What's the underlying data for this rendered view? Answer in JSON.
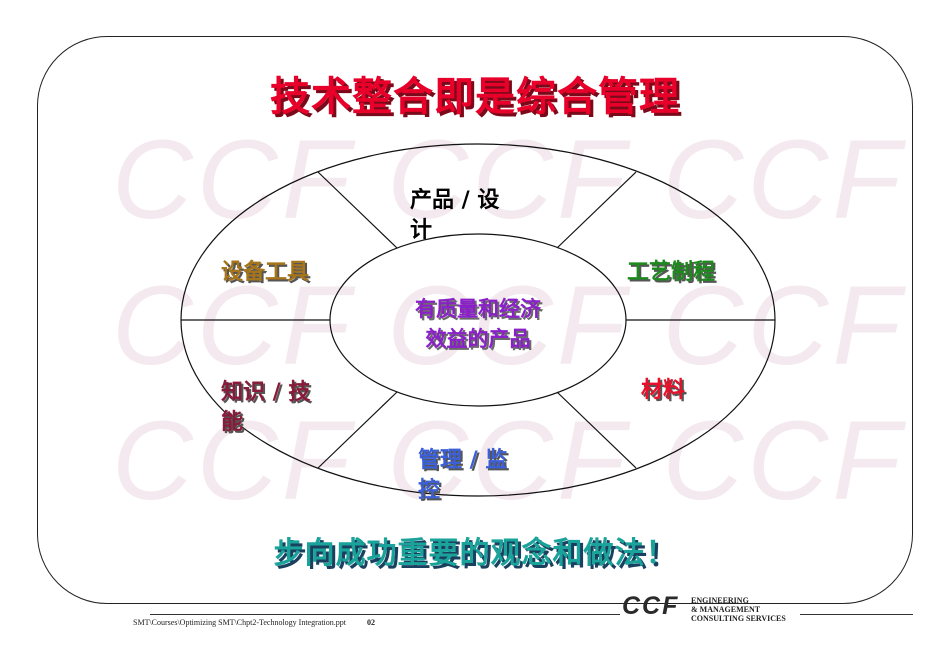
{
  "title": "技术整合即是综合管理",
  "watermark": "CCF CCF CCF",
  "diagram": {
    "center": {
      "line1": "有质量和经济",
      "line2": "效益的产品"
    },
    "segments": [
      {
        "id": "product",
        "line1": "产品 / 设",
        "line2": "计",
        "color": "#000000"
      },
      {
        "id": "process",
        "line1": "工艺制程",
        "line2": "",
        "color": "#1d8a1d"
      },
      {
        "id": "material",
        "line1": "材料",
        "line2": "",
        "color": "#e8102a"
      },
      {
        "id": "management",
        "line1": "管理 / 监",
        "line2": "控",
        "color": "#3a5fd8"
      },
      {
        "id": "knowledge",
        "line1": "知识 / 技",
        "line2": "能",
        "color": "#8a1a3a"
      },
      {
        "id": "equipment",
        "line1": "设备工具",
        "line2": "",
        "color": "#a6741a"
      }
    ]
  },
  "slogan": "步向成功重要的观念和做法！",
  "footer": {
    "path": "SMT\\Courses\\Optimizing SMT\\Chpt2-Technology Integration.ppt",
    "page": "02",
    "logo": "CCF",
    "firm_lines": [
      "ENGINEERING",
      "& MANAGEMENT",
      "CONSULTING  SERVICES"
    ]
  },
  "colors": {
    "title": "#e8002a",
    "center_text": "#8b1fc9",
    "slogan": "#1aa39a"
  }
}
